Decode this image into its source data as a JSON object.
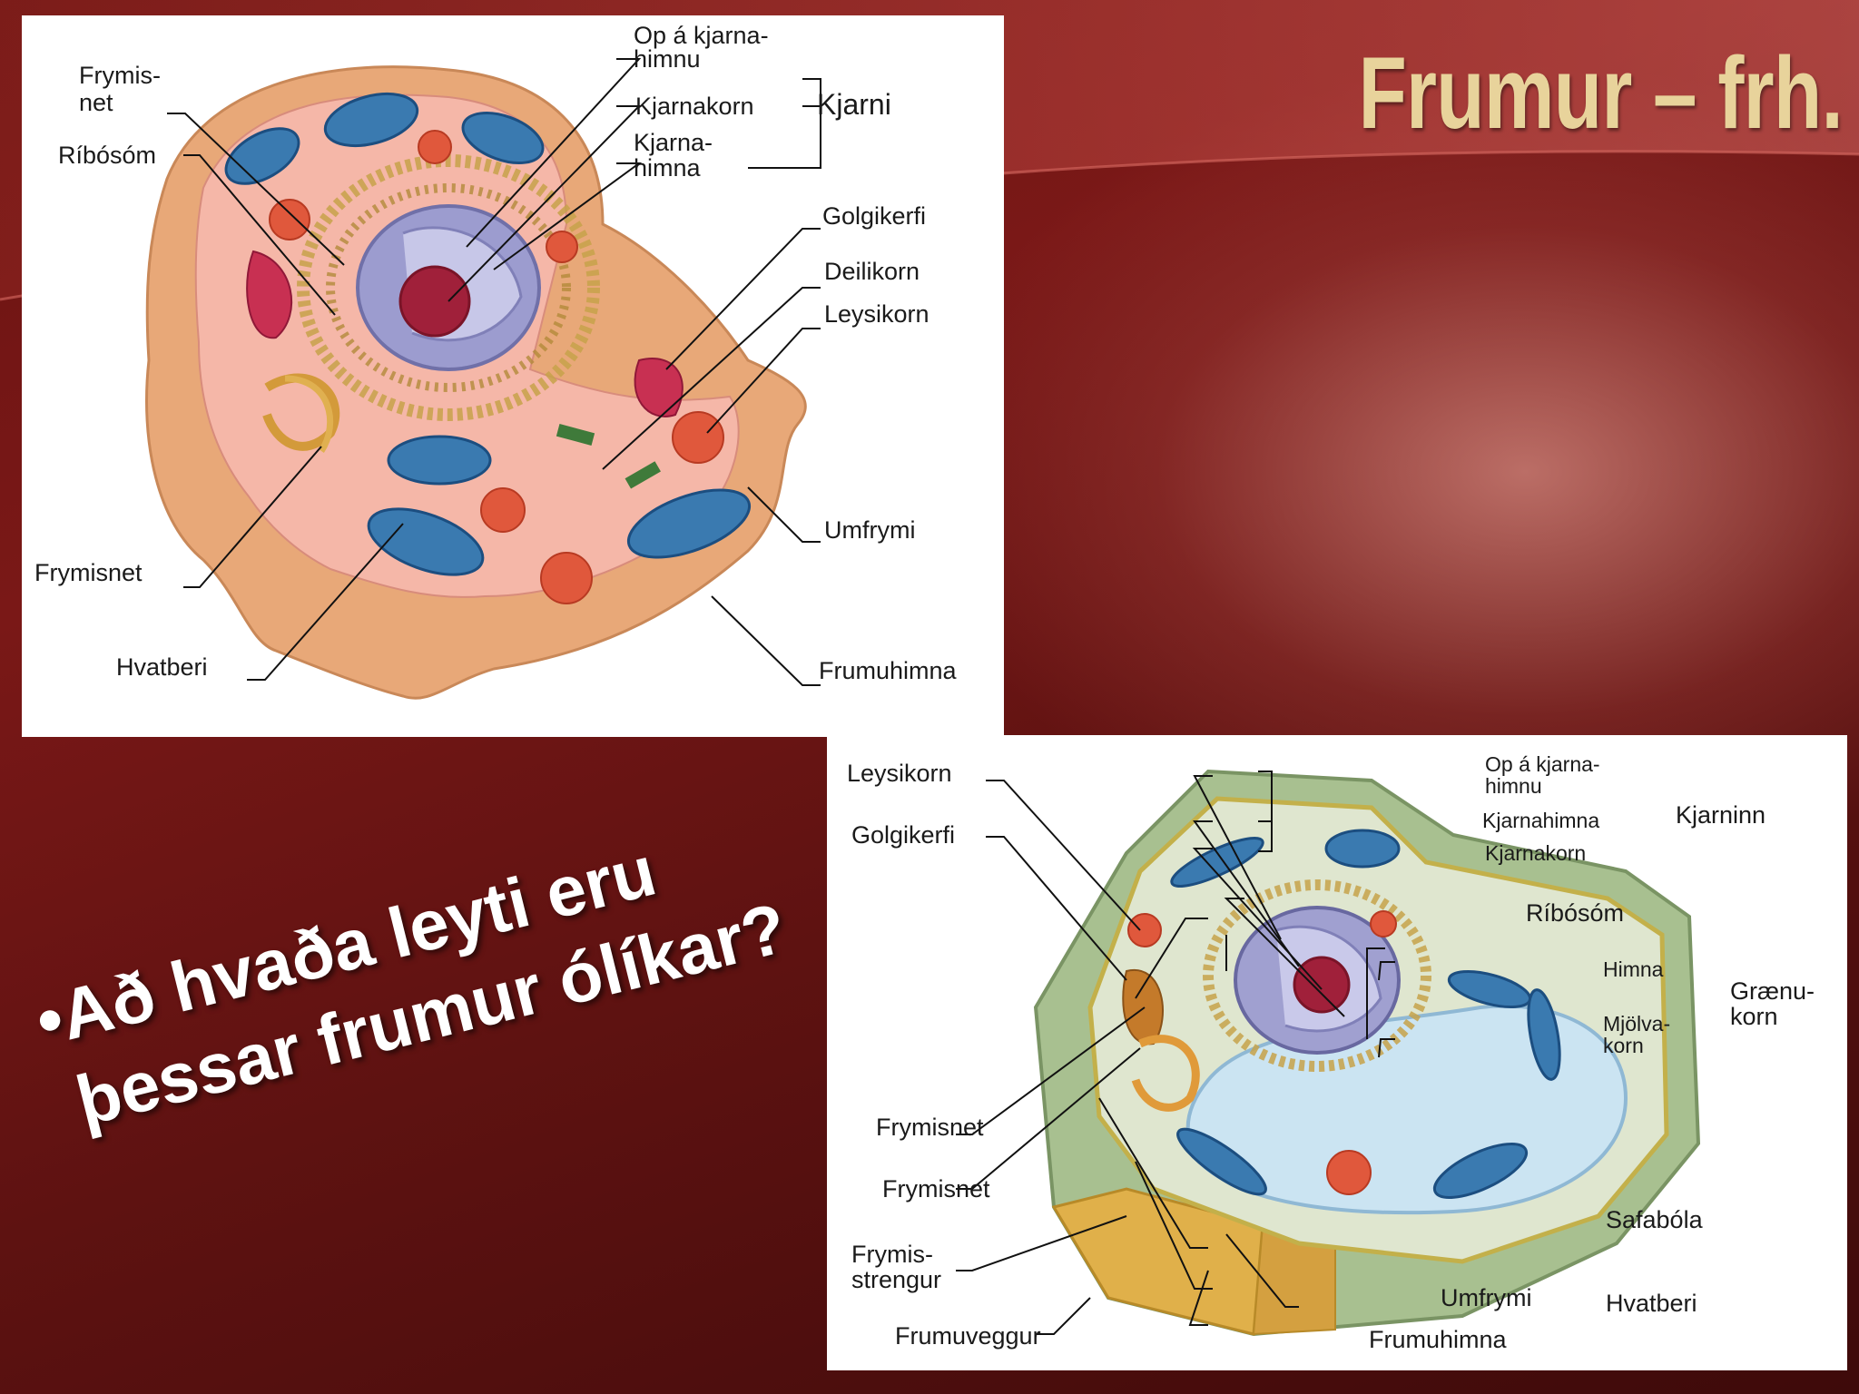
{
  "slide": {
    "title": "Frumur – frh.",
    "question_line1": "•Að hvaða leyti eru",
    "question_line2": "þessar frumur ólíkar?"
  },
  "animal_cell": {
    "labels": {
      "frymisnet_top_1": "Frymis-",
      "frymisnet_top_2": "net",
      "ribosom": "Ríbósóm",
      "op_1": "Op á kjarna-",
      "op_2": "himnu",
      "kjarnakorn": "Kjarnakorn",
      "kjarnahimna_1": "Kjarna-",
      "kjarnahimna_2": "himna",
      "kjarni": "Kjarni",
      "golgikerfi": "Golgikerfi",
      "deilikorn": "Deilikorn",
      "leysikorn": "Leysikorn",
      "umfrymi": "Umfrymi",
      "frymisnet_bottom": "Frymisnet",
      "hvatberi": "Hvatberi",
      "frumuhimna": "Frumuhimna"
    }
  },
  "plant_cell": {
    "labels": {
      "leysikorn": "Leysikorn",
      "golgikerfi": "Golgikerfi",
      "op_1": "Op á kjarna-",
      "op_2": "himnu",
      "kjarnahimna": "Kjarnahimna",
      "kjarnakorn": "Kjarnakorn",
      "kjarninn": "Kjarninn",
      "ribosom": "Ríbósóm",
      "himna": "Himna",
      "mjolvakorn_1": "Mjölva-",
      "mjolvakorn_2": "korn",
      "graenukorn_1": "Grænu-",
      "graenukorn_2": "korn",
      "frymisnet_1": "Frymisnet",
      "frymisnet_2": "Frymisnet",
      "frymisstrengur_1": "Frymis-",
      "frymisstrengur_2": "strengur",
      "safabola": "Safabóla",
      "umfrymi": "Umfrymi",
      "hvatberi": "Hvatberi",
      "frumuveggur": "Frumuveggur",
      "frumuhimna": "Frumuhimna"
    }
  },
  "colors": {
    "title": "#e8d39b",
    "background": "#6b1412"
  }
}
